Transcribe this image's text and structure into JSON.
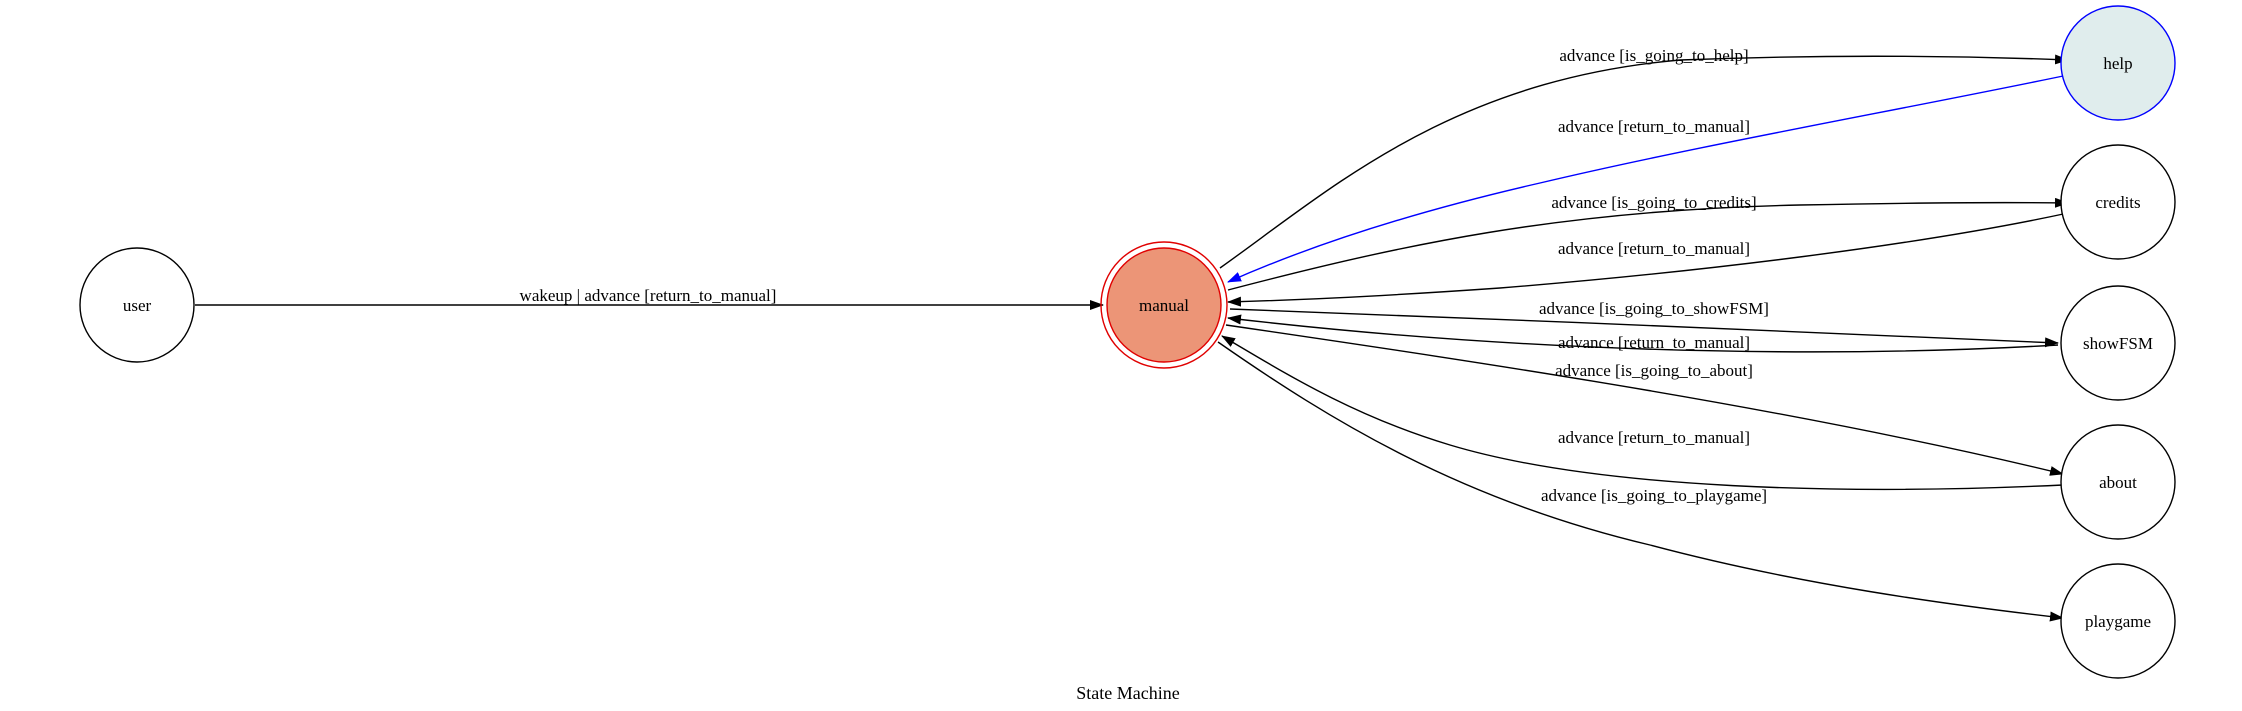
{
  "diagram": {
    "caption": "State Machine",
    "colors": {
      "initial_fill": "#ec9577",
      "initial_stroke": "#e00000",
      "active_fill": "#e0eded",
      "active_stroke": "#0000ff",
      "active_edge": "#0000ff",
      "edge": "#000000"
    },
    "nodes": [
      {
        "id": "user",
        "label": "user"
      },
      {
        "id": "manual",
        "label": "manual",
        "state": "initial"
      },
      {
        "id": "help",
        "label": "help",
        "state": "active"
      },
      {
        "id": "credits",
        "label": "credits"
      },
      {
        "id": "showFSM",
        "label": "showFSM"
      },
      {
        "id": "about",
        "label": "about"
      },
      {
        "id": "playgame",
        "label": "playgame"
      }
    ],
    "edges": [
      {
        "from": "user",
        "to": "manual",
        "label": "wakeup | advance [return_to_manual]"
      },
      {
        "from": "manual",
        "to": "help",
        "label": "advance [is_going_to_help]"
      },
      {
        "from": "help",
        "to": "manual",
        "label": "advance [return_to_manual]",
        "active": true
      },
      {
        "from": "manual",
        "to": "credits",
        "label": "advance [is_going_to_credits]"
      },
      {
        "from": "credits",
        "to": "manual",
        "label": "advance [return_to_manual]"
      },
      {
        "from": "manual",
        "to": "showFSM",
        "label": "advance [is_going_to_showFSM]"
      },
      {
        "from": "showFSM",
        "to": "manual",
        "label": "advance [return_to_manual]"
      },
      {
        "from": "manual",
        "to": "about",
        "label": "advance [is_going_to_about]"
      },
      {
        "from": "about",
        "to": "manual",
        "label": "advance [return_to_manual]"
      },
      {
        "from": "manual",
        "to": "playgame",
        "label": "advance [is_going_to_playgame]"
      }
    ]
  }
}
